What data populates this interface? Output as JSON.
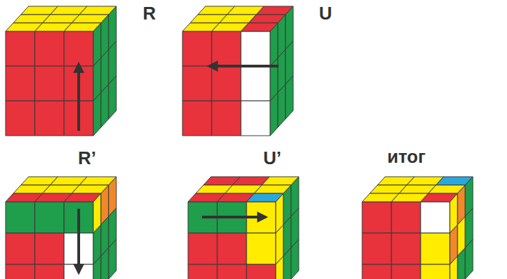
{
  "diagram": {
    "labels": [
      "R",
      "U",
      "R’",
      "U’",
      "итог"
    ]
  }
}
